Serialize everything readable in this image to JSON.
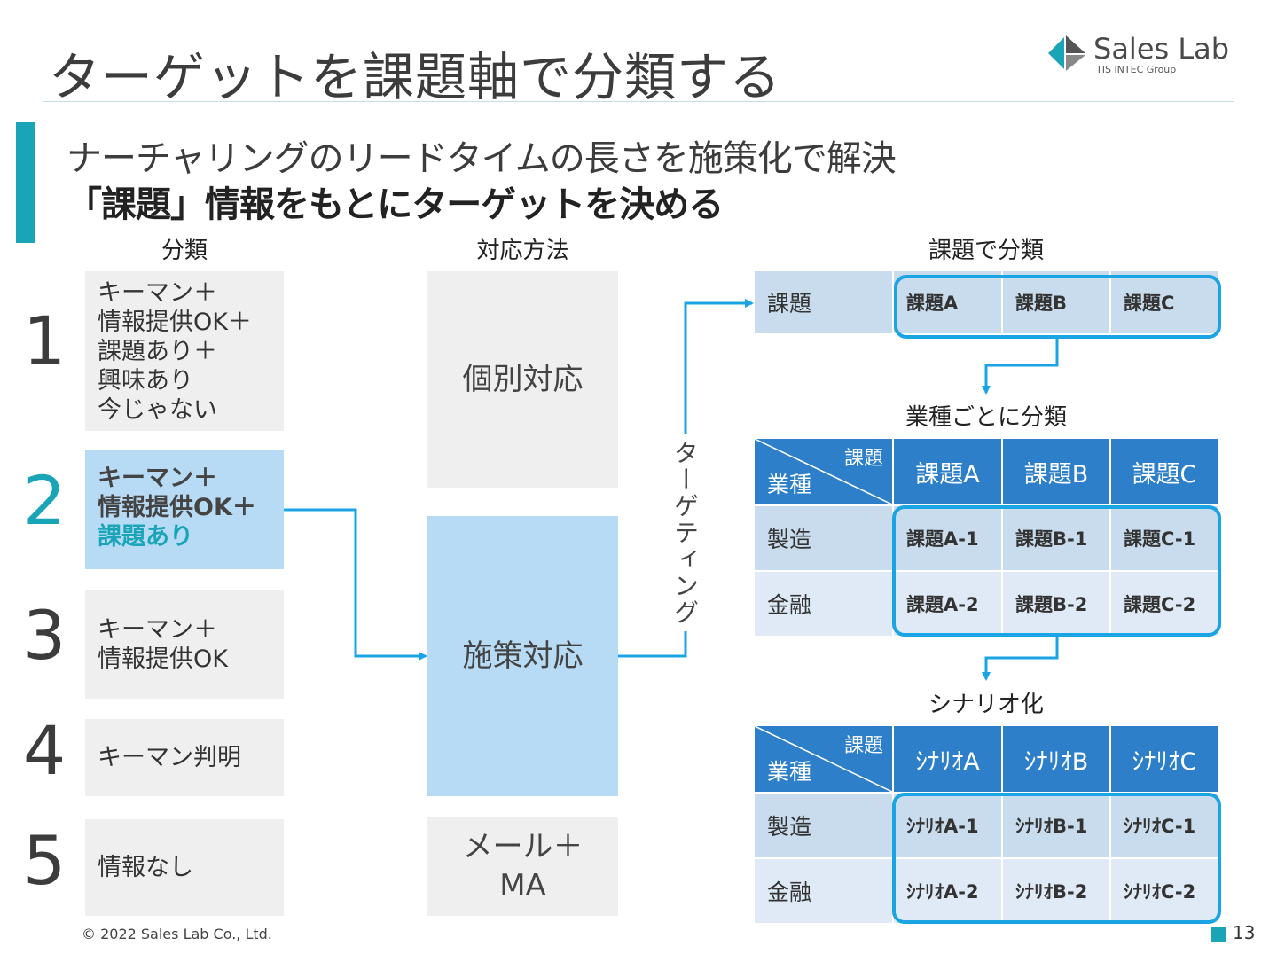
{
  "title": "ターゲットを課題軸で分類する",
  "logo": {
    "name": "Sales Lab",
    "sub": "TIS INTEC Group"
  },
  "subtitle": {
    "line1": "ナーチャリングのリードタイムの長さを施策化で解決",
    "line2": "「課題」情報をもとにターゲットを決める"
  },
  "columns": {
    "category": "分類",
    "method": "対応方法",
    "classify": "課題で分類"
  },
  "categories": [
    {
      "num": "1",
      "lines": [
        "キーマン＋",
        "情報提供OK＋",
        "課題あり＋",
        "興味あり",
        "今じゃない"
      ]
    },
    {
      "num": "2",
      "lines": [
        "キーマン＋",
        "情報提供OK＋",
        "課題あり"
      ]
    },
    {
      "num": "3",
      "lines": [
        "キーマン＋",
        "情報提供OK"
      ]
    },
    {
      "num": "4",
      "lines": [
        "キーマン判明"
      ]
    },
    {
      "num": "5",
      "lines": [
        "情報なし"
      ]
    }
  ],
  "methods": [
    "個別対応",
    "施策対応",
    "メール＋",
    "MA"
  ],
  "targeting_label": "ターゲティング",
  "table1": {
    "label": "課題",
    "cols": [
      "課題A",
      "課題B",
      "課題C"
    ]
  },
  "industry_section": "業種ごとに分類",
  "table2": {
    "corner_top": "課題",
    "corner_bottom": "業種",
    "cols": [
      "課題A",
      "課題B",
      "課題C"
    ],
    "rows": [
      {
        "label": "製造",
        "cells": [
          "課題A-1",
          "課題B-1",
          "課題C-1"
        ]
      },
      {
        "label": "金融",
        "cells": [
          "課題A-2",
          "課題B-2",
          "課題C-2"
        ]
      }
    ]
  },
  "scenario_section": "シナリオ化",
  "table3": {
    "corner_top": "課題",
    "corner_bottom": "業種",
    "cols": [
      "ｼﾅﾘｵA",
      "ｼﾅﾘｵB",
      "ｼﾅﾘｵC"
    ],
    "rows": [
      {
        "label": "製造",
        "cells": [
          "ｼﾅﾘｵA-1",
          "ｼﾅﾘｵB-1",
          "ｼﾅﾘｵC-1"
        ]
      },
      {
        "label": "金融",
        "cells": [
          "ｼﾅﾘｵA-2",
          "ｼﾅﾘｵB-2",
          "ｼﾅﾘｵC-2"
        ]
      }
    ]
  },
  "footer": "© 2022 Sales Lab Co., Ltd.",
  "page_number": "13",
  "colors": {
    "accent": "#1aa4b7",
    "arrow": "#1aa4e3",
    "header_blue": "#2e7fc9",
    "cell_light": "#c9dcee",
    "selected": "#b7dbf5"
  }
}
